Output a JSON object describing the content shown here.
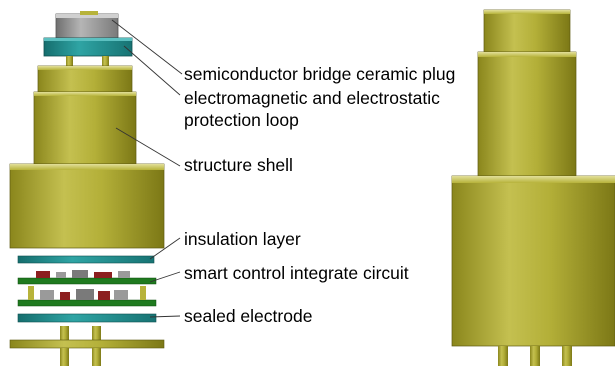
{
  "labels": {
    "plug": "semiconductor bridge ceramic plug",
    "loop_line1": "electromagnetic and electrostatic",
    "loop_line2": "protection loop",
    "shell": "structure shell",
    "insulation": "insulation layer",
    "circuit": "smart control integrate circuit",
    "electrode": "sealed electrode"
  },
  "colors": {
    "metal": "#b7b33a",
    "metal_light": "#d9d68a",
    "metal_dark": "#6e6a12",
    "plug_gray": "#8f8f8f",
    "teal": "#1f8a8a",
    "pcb_green": "#1f7a1f",
    "chip_red": "#8c1f1f",
    "chip_gray": "#9a9a9a"
  }
}
